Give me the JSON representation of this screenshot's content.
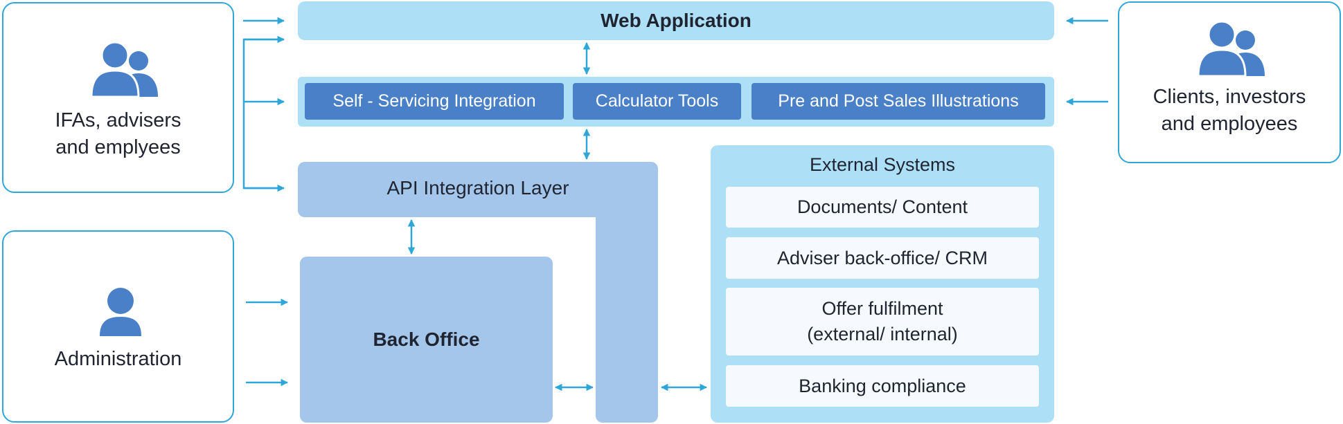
{
  "actors": {
    "ifas": {
      "label": "IFAs, advisers\nand emplyees",
      "icon": "users-icon"
    },
    "clients": {
      "label": "Clients, investors\nand employees",
      "icon": "users-icon"
    },
    "admin": {
      "label": "Administration",
      "icon": "user-icon"
    }
  },
  "web_application": {
    "title": "Web Application"
  },
  "tools": [
    {
      "label": "Self - Servicing Integration"
    },
    {
      "label": "Calculator Tools"
    },
    {
      "label": "Pre and Post Sales Illustrations"
    }
  ],
  "api_layer": {
    "label": "API Integration Layer"
  },
  "back_office": {
    "label": "Back Office"
  },
  "external_systems": {
    "title": "External Systems",
    "items": [
      {
        "label": "Documents/ Content"
      },
      {
        "label": "Adviser back-office/ CRM"
      },
      {
        "label": "Offer fulfilment\n(external/ internal)"
      },
      {
        "label": "Banking compliance"
      }
    ]
  },
  "colors": {
    "card_border": "#2ea7d8",
    "arrow": "#2ea7d8",
    "light_panel": "#ade0f7",
    "mid_panel": "#a3c6ea",
    "chip": "#4a80c7",
    "icon": "#4a80c7"
  }
}
